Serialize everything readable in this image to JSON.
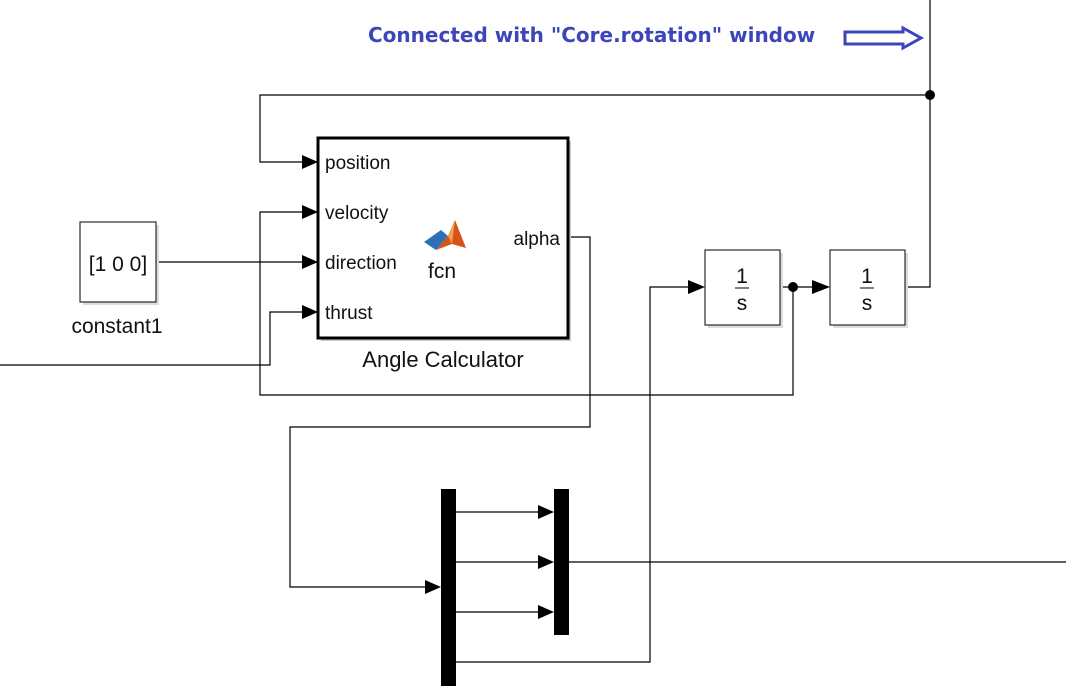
{
  "annotation": {
    "text": "Connected with \"Core.rotation\" window",
    "color": "#3d46b8"
  },
  "constant_block": {
    "value": "[1 0 0]",
    "name": "constant1"
  },
  "function_block": {
    "name": "Angle Calculator",
    "icon_label": "fcn",
    "icon": "matlab-logo-icon",
    "inputs": [
      "position",
      "velocity",
      "direction",
      "thrust"
    ],
    "output": "alpha"
  },
  "integrator1": {
    "numerator": "1",
    "denominator": "s"
  },
  "integrator2": {
    "numerator": "1",
    "denominator": "s"
  },
  "colors": {
    "line": "#000000",
    "block_fill": "#ffffff",
    "matlab_orange": "#d95319",
    "matlab_blue": "#2f6fb5"
  }
}
